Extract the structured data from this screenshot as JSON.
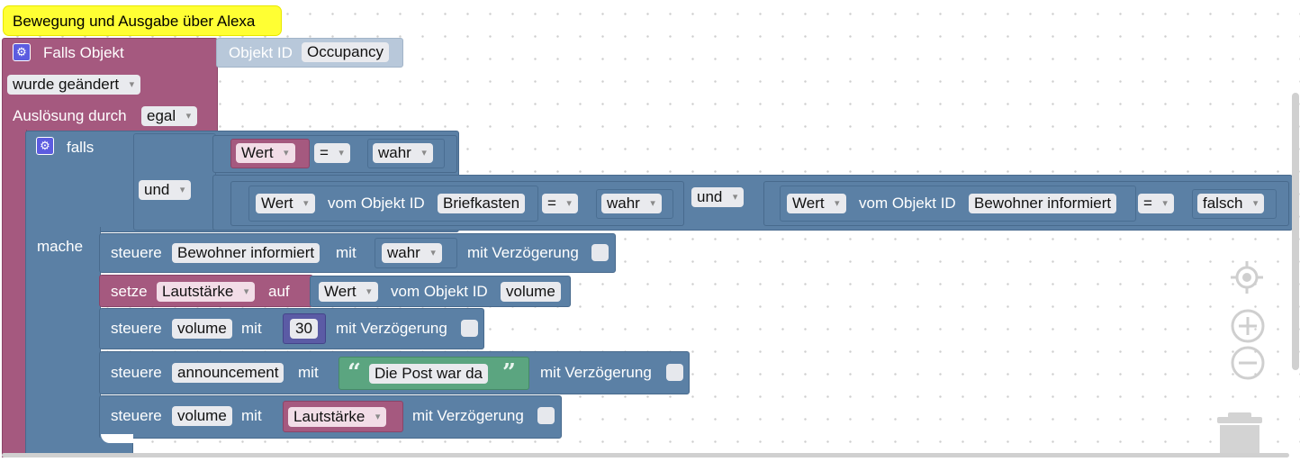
{
  "comment": "Bewegung und Ausgabe über Alexa",
  "trigger": {
    "label": "Falls Objekt",
    "object_id_label": "Objekt ID",
    "object_id_value": "Occupancy",
    "changed_value": "wurde geändert",
    "trigger_label": "Auslösung durch",
    "trigger_value": "egal"
  },
  "if_block": {
    "if_label": "falls",
    "do_label": "mache",
    "and_value": "und",
    "cond1": {
      "left": "Wert",
      "op": "=",
      "right": "wahr"
    },
    "cond2": {
      "left": "Wert",
      "of_object_label": "vom Objekt ID",
      "object": "Briefkasten",
      "op": "=",
      "right": "wahr"
    },
    "and2_value": "und",
    "cond3": {
      "left": "Wert",
      "of_object_label": "vom Objekt ID",
      "object": "Bewohner informiert",
      "op": "=",
      "right": "falsch"
    }
  },
  "statements": {
    "s1": {
      "label": "steuere",
      "object": "Bewohner informiert",
      "with": "mit",
      "value": "wahr",
      "delay": "mit Verzögerung"
    },
    "s2": {
      "label": "setze",
      "variable": "Lautstärke",
      "to": "auf",
      "value": "Wert",
      "of_object_label": "vom Objekt ID",
      "object": "volume"
    },
    "s3": {
      "label": "steuere",
      "object": "volume",
      "with": "mit",
      "value": "30",
      "delay": "mit Verzögerung"
    },
    "s4": {
      "label": "steuere",
      "object": "announcement",
      "with": "mit",
      "value": "Die Post war da",
      "delay": "mit Verzögerung"
    },
    "s5": {
      "label": "steuere",
      "object": "volume",
      "with": "mit",
      "value": "Lautstärke",
      "delay": "mit Verzögerung"
    }
  },
  "icons": {
    "gear": "gear-icon",
    "target": "crosshair-icon",
    "zoom_in": "zoom-in-icon",
    "zoom_out": "zoom-out-icon",
    "trash": "trash-icon"
  },
  "colors": {
    "logic": "#5b80a5",
    "variables": "#a5597f",
    "trigger": "#a5597f",
    "math": "#5b5ba5",
    "text": "#5ba580",
    "comment": "#ffff33"
  }
}
